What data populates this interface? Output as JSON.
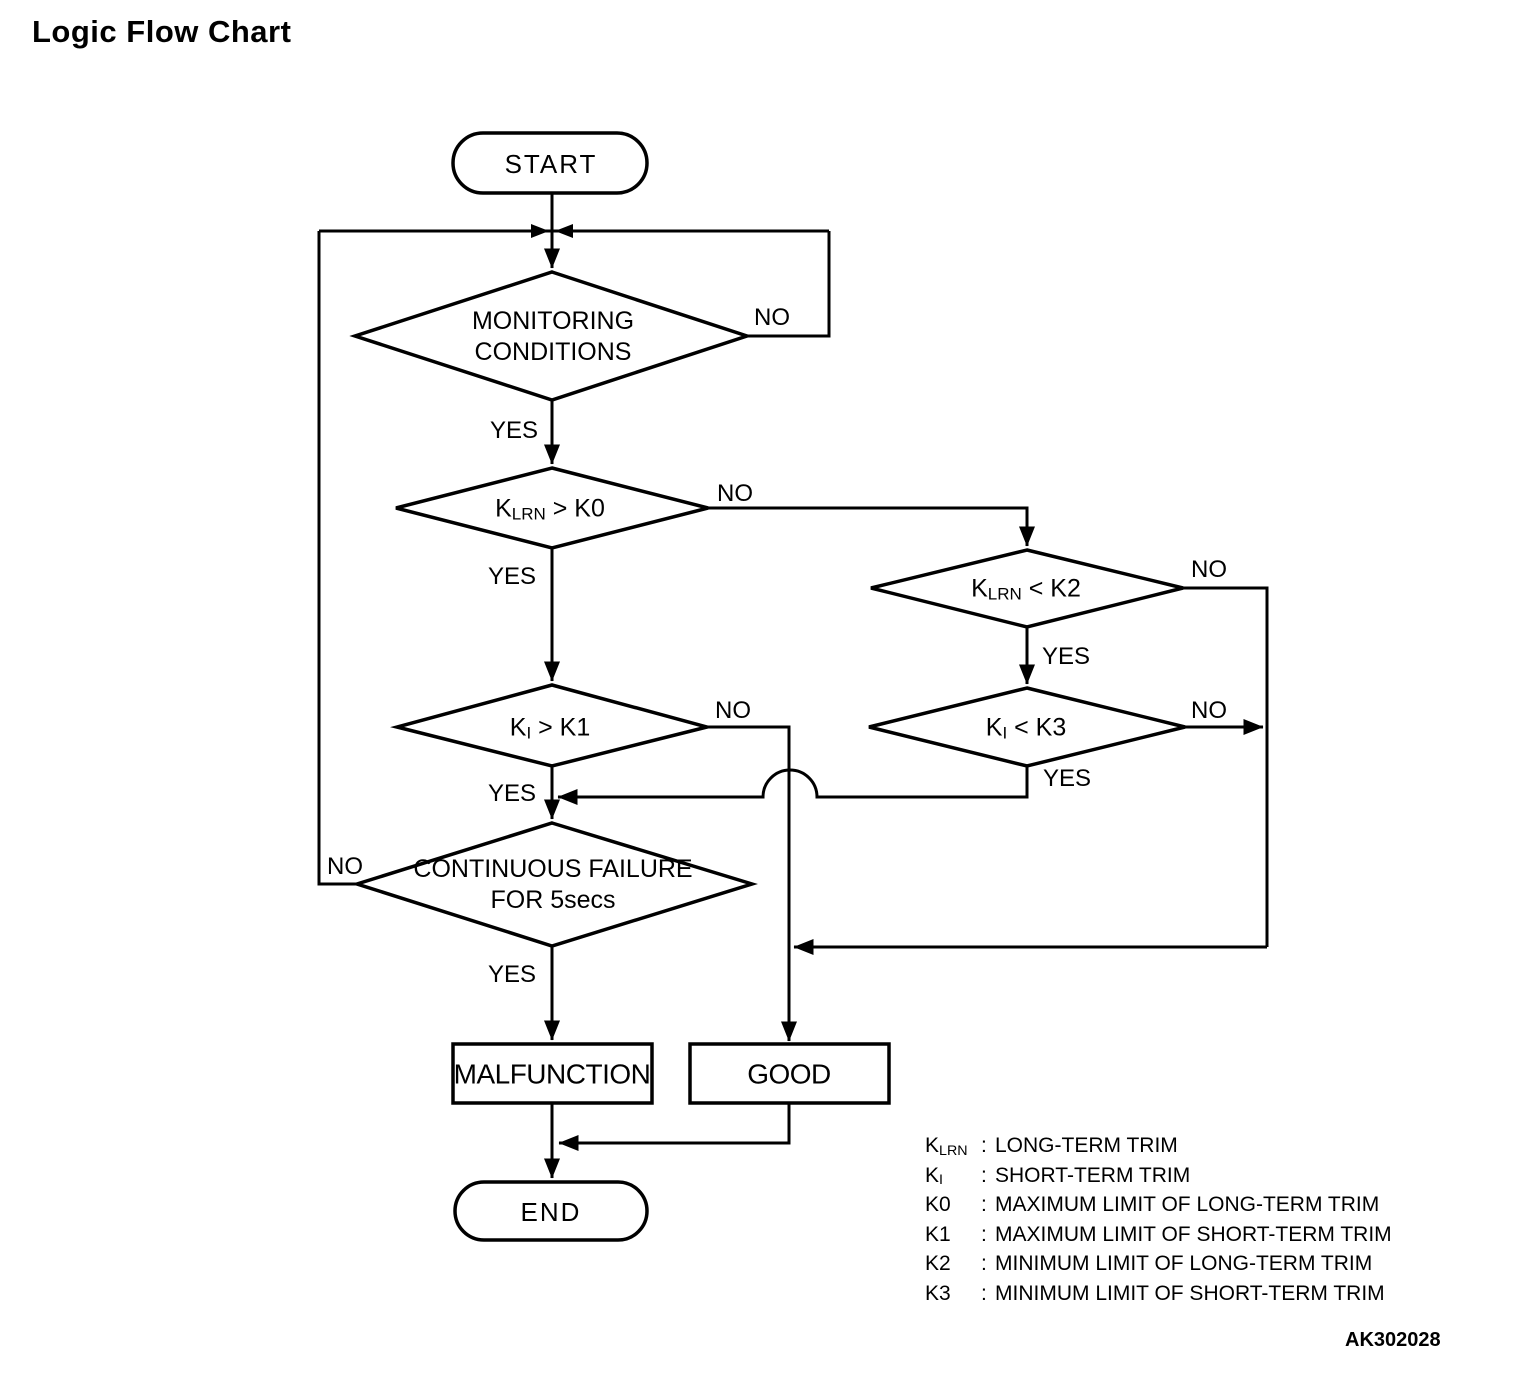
{
  "title": "Logic Flow Chart",
  "figure_code": "AK302028",
  "nodes": {
    "start": "START",
    "monitoring": {
      "line1": "MONITORING",
      "line2": "CONDITIONS"
    },
    "k0_check": {
      "base": "K",
      "sub": "LRN",
      "rest": " > K0"
    },
    "k2_check": {
      "base": "K",
      "sub": "LRN",
      "rest": " < K2"
    },
    "k1_check": {
      "base": "K",
      "sub": "I",
      "rest": " > K1"
    },
    "k3_check": {
      "base": "K",
      "sub": "I",
      "rest": " < K3"
    },
    "continuous_failure": {
      "line1": "CONTINUOUS FAILURE",
      "line2": "FOR 5secs"
    },
    "malfunction": "MALFUNCTION",
    "good": "GOOD",
    "end": "END"
  },
  "edge_labels": {
    "monitoring_no": "NO",
    "monitoring_yes": "YES",
    "k0_no": "NO",
    "k0_yes": "YES",
    "k2_no": "NO",
    "k2_yes": "YES",
    "k1_no": "NO",
    "k1_yes": "YES",
    "k3_no": "NO",
    "k3_yes": "YES",
    "cf_no": "NO",
    "cf_yes": "YES"
  },
  "legend": {
    "entries": [
      {
        "term_base": "K",
        "term_sub": "LRN",
        "separator": ":",
        "definition": "LONG-TERM TRIM"
      },
      {
        "term_base": "K",
        "term_sub": "I",
        "separator": ":",
        "definition": "SHORT-TERM TRIM"
      },
      {
        "term_base": "K0",
        "term_sub": "",
        "separator": ":",
        "definition": "MAXIMUM LIMIT OF LONG-TERM TRIM"
      },
      {
        "term_base": "K1",
        "term_sub": "",
        "separator": ":",
        "definition": "MAXIMUM LIMIT OF SHORT-TERM TRIM"
      },
      {
        "term_base": "K2",
        "term_sub": "",
        "separator": ":",
        "definition": "MINIMUM LIMIT OF LONG-TERM TRIM"
      },
      {
        "term_base": "K3",
        "term_sub": "",
        "separator": ":",
        "definition": "MINIMUM LIMIT OF SHORT-TERM TRIM"
      }
    ]
  },
  "colors": {
    "ink": "#000000",
    "paper": "#ffffff"
  }
}
